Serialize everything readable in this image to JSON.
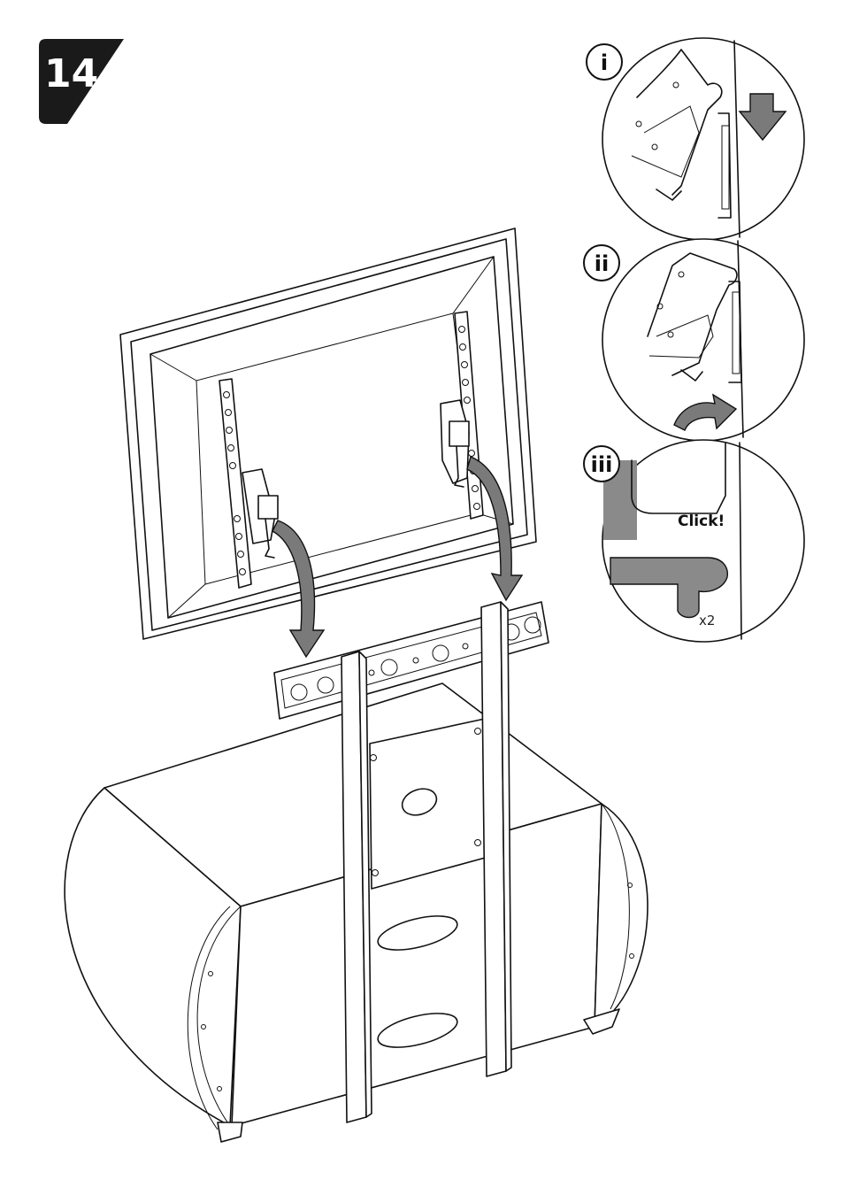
{
  "step": {
    "number": "14"
  },
  "details": [
    {
      "label": "i"
    },
    {
      "label": "ii"
    },
    {
      "label": "iii",
      "callout": "Click!",
      "multiplier": "x2"
    }
  ],
  "colors": {
    "badge": "#1a1a1a",
    "arrow": "#7a7a7a",
    "shade": "#8a8a8a",
    "line": "#111111"
  },
  "icons": [
    "down-arrow-icon",
    "curved-arrow-icon",
    "screw-icon"
  ]
}
